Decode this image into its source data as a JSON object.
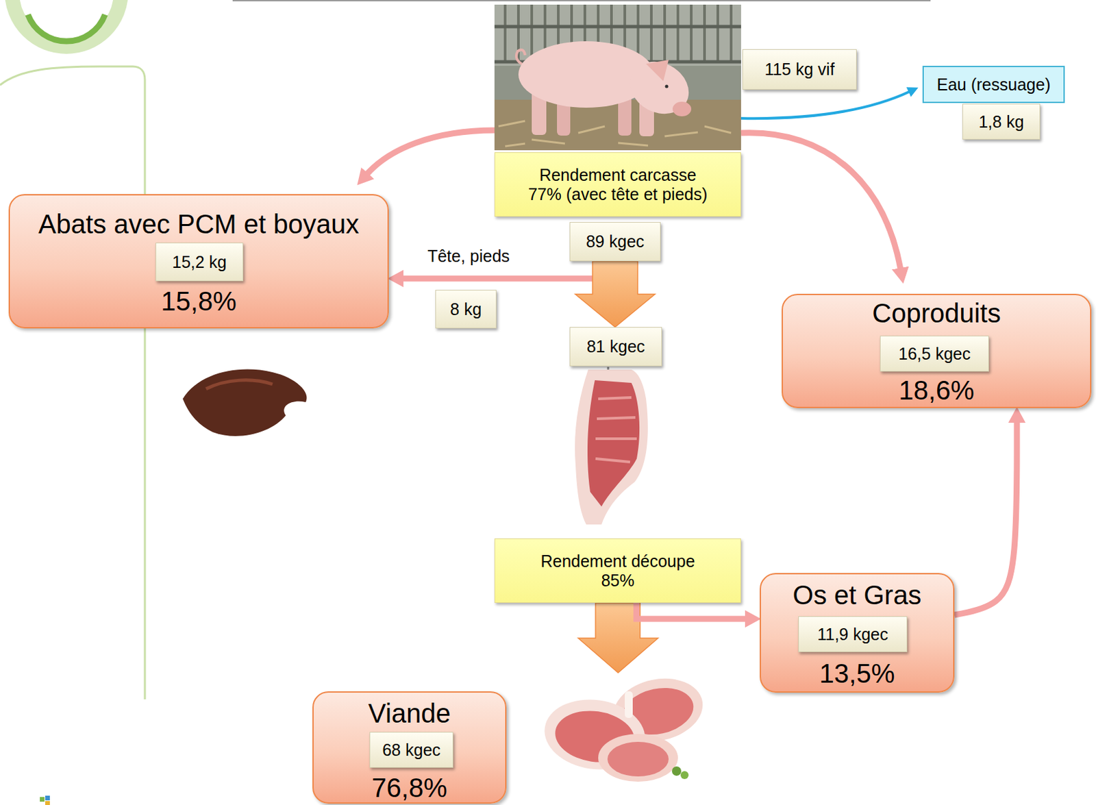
{
  "diagram": {
    "nodes": [
      {
        "text": [
          "115 kg vif"
        ]
      },
      {
        "text": [
          "Eau (ressuage)"
        ]
      },
      {
        "text": [
          "1,8 kg"
        ]
      },
      {
        "text": [
          "Abats avec PCM et boyaux",
          "15,8%"
        ]
      },
      {
        "text": [
          "15,2 kg"
        ],
        "in": 3
      },
      {
        "text": [
          "Rendement carcasse 77% (avec tête et pieds)"
        ]
      },
      {
        "text": [
          "89 kgec"
        ]
      },
      {
        "text": [
          "8 kg"
        ]
      },
      {
        "text": [
          "81 kgec"
        ]
      },
      {
        "text": [
          "Coproduits",
          "18,6%"
        ]
      },
      {
        "text": [
          "16,5 kgec"
        ],
        "in": 9
      },
      {
        "text": [
          "Rendement découpe 85%"
        ]
      },
      {
        "text": [
          "Os et Gras",
          "13,5%"
        ]
      },
      {
        "text": [
          "11,9 kgec"
        ],
        "in": 12
      },
      {
        "text": [
          "Viande",
          "76,8%"
        ]
      },
      {
        "text": [
          "68 kgec"
        ],
        "in": 14
      }
    ],
    "edges": [
      {
        "from": 6,
        "to": 3,
        "label": "Tête, pieds",
        "arrow": "to"
      },
      {
        "from": 6,
        "to": 8,
        "arrow": "to"
      },
      {
        "from": 11,
        "to": 12,
        "arrow": "to"
      },
      {
        "from": 12,
        "to": 9,
        "arrow": "to"
      }
    ]
  }
}
